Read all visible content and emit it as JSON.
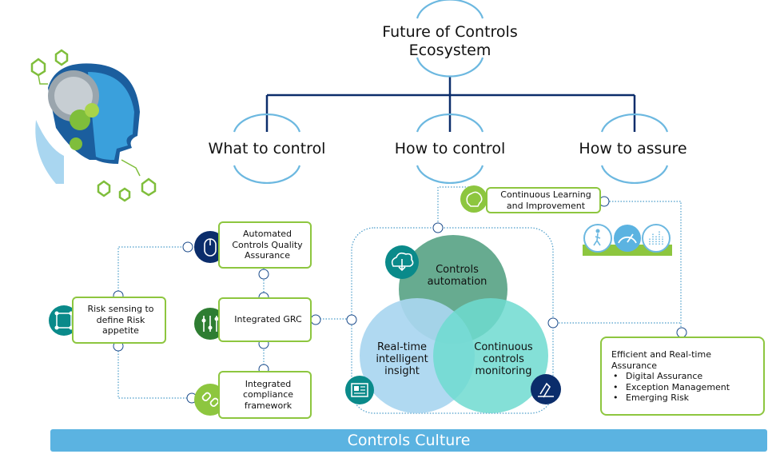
{
  "title": "Future of Controls Ecosystem",
  "branches": {
    "what": "What to control",
    "how": "How to control",
    "assure": "How to assure"
  },
  "what_items": {
    "risk_sensing": "Risk sensing to define Risk appetite",
    "automated_qa": "Automated Controls Quality Assurance",
    "integrated_grc": "Integrated GRC",
    "compliance": "Integrated compliance framework"
  },
  "how_items": {
    "learning": "Continuous Learning and Improvement",
    "automation": "Controls automation",
    "insight": "Real-time intelligent insight",
    "monitoring": "Continuous controls monitoring"
  },
  "assure_box": {
    "heading": "Efficient and Real-time Assurance",
    "items": [
      "Digital Assurance",
      "Exception Management",
      "Emerging Risk"
    ]
  },
  "footer": "Controls Culture",
  "colors": {
    "navy": "#0b2d6b",
    "light_blue": "#5bb3e1",
    "green": "#8dc63f",
    "teal_dark": "#0a8a8a",
    "automation_circle": "#5fa78a",
    "insight_circle": "#a9d6f0",
    "monitoring_circle": "#6fdad0"
  },
  "icons": [
    "ai-head-icon",
    "mouse-icon",
    "network-icon",
    "sliders-icon",
    "link-icon",
    "cloud-icon",
    "brain-icon",
    "news-icon",
    "chart-edit-icon",
    "walker-icon",
    "gauge-icon",
    "bars-icon",
    "connector-icon"
  ]
}
